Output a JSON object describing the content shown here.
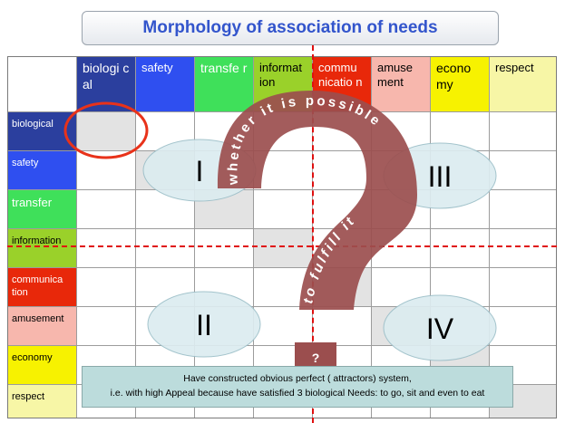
{
  "title": "Morphology of association of needs",
  "columns": [
    {
      "label": "biologi cal",
      "color": "#2b3f9e",
      "text_color": "#ffffff"
    },
    {
      "label": "safety",
      "color": "#2f4ff0",
      "text_color": "#ffffff"
    },
    {
      "label": "transfe r",
      "color": "#3fe05a",
      "text_color": "#ffffff"
    },
    {
      "label": "informat ion",
      "color": "#9ad12a",
      "text_color": "#000000"
    },
    {
      "label": "commu nicatio n",
      "color": "#e8280a",
      "text_color": "#ffffff"
    },
    {
      "label": "amuse ment",
      "color": "#f7b7ad",
      "text_color": "#000000"
    },
    {
      "label": "econo my",
      "color": "#f7f200",
      "text_color": "#000000"
    },
    {
      "label": "respect",
      "color": "#f7f6a6",
      "text_color": "#000000"
    }
  ],
  "rows": [
    {
      "label": "biological",
      "color": "#2b3f9e",
      "text_color": "#ffffff"
    },
    {
      "label": "safety",
      "color": "#2f4ff0",
      "text_color": "#ffffff"
    },
    {
      "label": "transfer",
      "color": "#3fe05a",
      "text_color": "#ffffff"
    },
    {
      "label": "information",
      "color": "#9ad12a",
      "text_color": "#000000"
    },
    {
      "label": "communica tion",
      "color": "#e8280a",
      "text_color": "#ffffff"
    },
    {
      "label": "amusement",
      "color": "#f7b7ad",
      "text_color": "#000000"
    },
    {
      "label": "economy",
      "color": "#f7f200",
      "text_color": "#000000"
    },
    {
      "label": "respect",
      "color": "#f7f6a6",
      "text_color": "#000000"
    }
  ],
  "quadrants": {
    "q1": "I",
    "q2": "II",
    "q3": "III",
    "q4": "IV"
  },
  "question": {
    "curve_text": "whether it is possible",
    "stem_text": "to fulfill it",
    "box_text": "?"
  },
  "caption": {
    "line1": "Have constructed obvious  perfect ( attractors)  system,",
    "line2": "i.e. with high Appeal because have satisfied 3 biological Needs: to go, sit and even to eat"
  },
  "colors": {
    "dashed_line": "#e01010",
    "highlight_circle": "#e8321a",
    "question_mark": "#9b4e4e",
    "ellipse_fill": "#dcecf0",
    "title_text": "#3355cc"
  }
}
